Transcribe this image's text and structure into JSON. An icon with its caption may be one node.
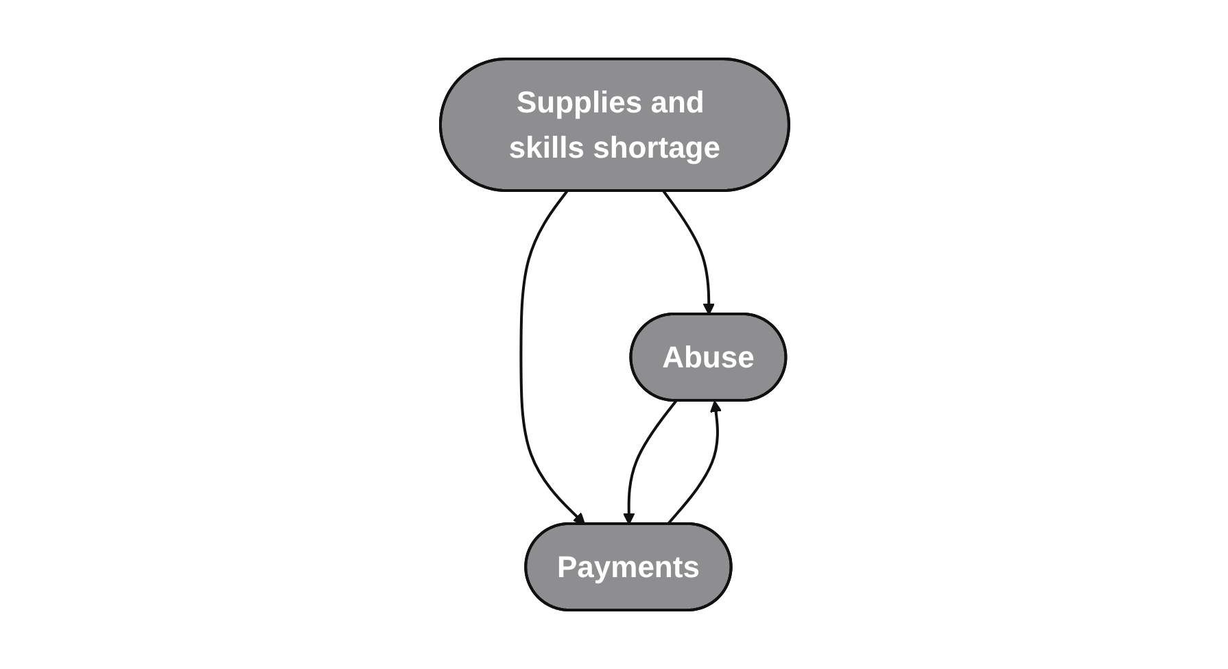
{
  "diagram": {
    "nodes": [
      {
        "text": [
          "Supplies and skills shortage"
        ]
      },
      {
        "text": [
          "Abuse"
        ]
      },
      {
        "text": [
          "Payments"
        ]
      }
    ],
    "edges": [
      {
        "from": 0,
        "to": 1,
        "arrow": "to"
      },
      {
        "from": 0,
        "to": 2,
        "arrow": "to"
      },
      {
        "from": 1,
        "to": 2,
        "arrow": "to"
      },
      {
        "from": 2,
        "to": 1,
        "arrow": "to"
      }
    ]
  }
}
